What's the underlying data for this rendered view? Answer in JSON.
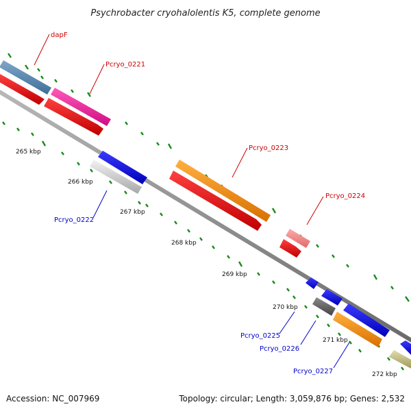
{
  "title": "Psychrobacter cryohalolentis K5, complete genome",
  "footer": {
    "accession": "Accession: NC_007969",
    "summary": "Topology: circular; Length: 3,059,876 bp; Genes: 2,532"
  },
  "scale_labels": [
    "265 kbp",
    "266 kbp",
    "267 kbp",
    "268 kbp",
    "269 kbp",
    "270 kbp",
    "271 kbp",
    "272 kbp"
  ],
  "gene_labels": [
    {
      "text": "dapF",
      "strand": "forward",
      "color": "#cc0000"
    },
    {
      "text": "Pcryo_0221",
      "strand": "forward",
      "color": "#cc0000"
    },
    {
      "text": "Pcryo_0223",
      "strand": "forward",
      "color": "#cc0000"
    },
    {
      "text": "Pcryo_0224",
      "strand": "forward",
      "color": "#cc0000"
    },
    {
      "text": "Pcryo_0222",
      "strand": "reverse",
      "color": "#0000cc"
    },
    {
      "text": "Pcryo_0225",
      "strand": "reverse",
      "color": "#0000cc"
    },
    {
      "text": "Pcryo_0226",
      "strand": "reverse",
      "color": "#0000cc"
    },
    {
      "text": "Pcryo_0227",
      "strand": "reverse",
      "color": "#0000cc"
    }
  ],
  "colors": {
    "backbone": "#8a8a8a",
    "tick": "#1a8a1a",
    "forward_label": "#cc0000",
    "reverse_label": "#0000cc"
  }
}
